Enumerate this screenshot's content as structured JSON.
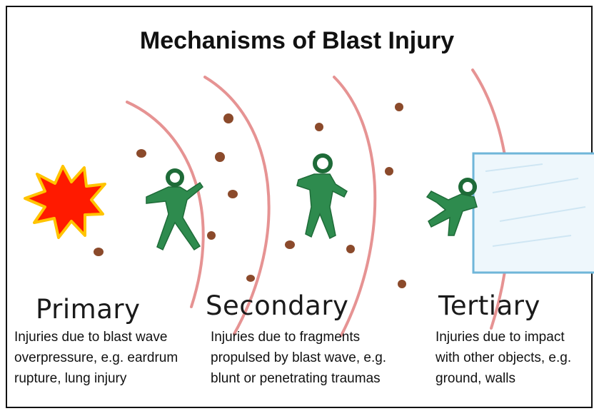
{
  "title": "Mechanisms of Blast Injury",
  "colors": {
    "explosion_fill": "#ff1a00",
    "explosion_outline": "#ffc400",
    "figure": "#2e8b4e",
    "wave": "#e69393",
    "fragment": "#8b4a2b",
    "wall": "#6fb6d9"
  },
  "stages": [
    {
      "name": "Primary",
      "description_lines": [
        "Injuries due to blast wave",
        "overpressure, e.g. eardrum",
        "rupture, lung injury"
      ]
    },
    {
      "name": "Secondary",
      "description_lines": [
        "Injuries due to fragments",
        "propulsed by blast wave, e.g.",
        "blunt or penetrating traumas"
      ]
    },
    {
      "name": "Tertiary",
      "description_lines": [
        "Injuries due to impact",
        "with other objects, e.g.",
        "ground, walls"
      ]
    }
  ]
}
